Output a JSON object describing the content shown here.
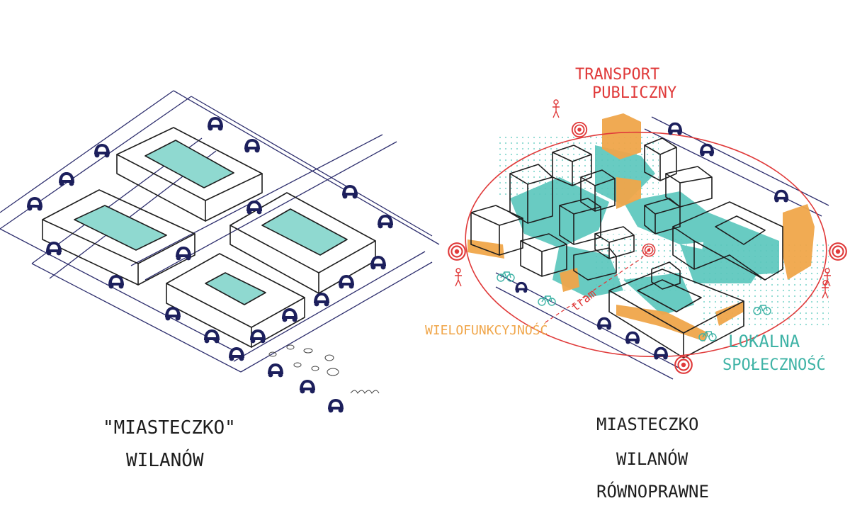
{
  "palette": {
    "ink": "#1e1e1e",
    "navy": "#1c1f5c",
    "teal": "#5cc7bd",
    "orange": "#f0a64a",
    "red": "#e03a3a"
  },
  "left_panel": {
    "caption_line1": "\"MIASTECZKO\"",
    "caption_line2": "WILANÓW",
    "icon": "car-icon"
  },
  "right_panel": {
    "label_transport_line1": "TRANSPORT",
    "label_transport_line2": "PUBLICZNY",
    "label_multifunction": "WIELOFUNKCYJNOŚĆ",
    "label_tram": "tram",
    "label_community_line1": "LOKALNA",
    "label_community_line2": "SPOŁECZNOŚĆ",
    "caption_line1": "MIASTECZKO",
    "caption_line2": "WILANÓW",
    "caption_line3": "RÓWNOPRAWNE",
    "icons": [
      "car-icon",
      "pedestrian-icon",
      "bicycle-icon",
      "transit-stop-icon"
    ]
  }
}
